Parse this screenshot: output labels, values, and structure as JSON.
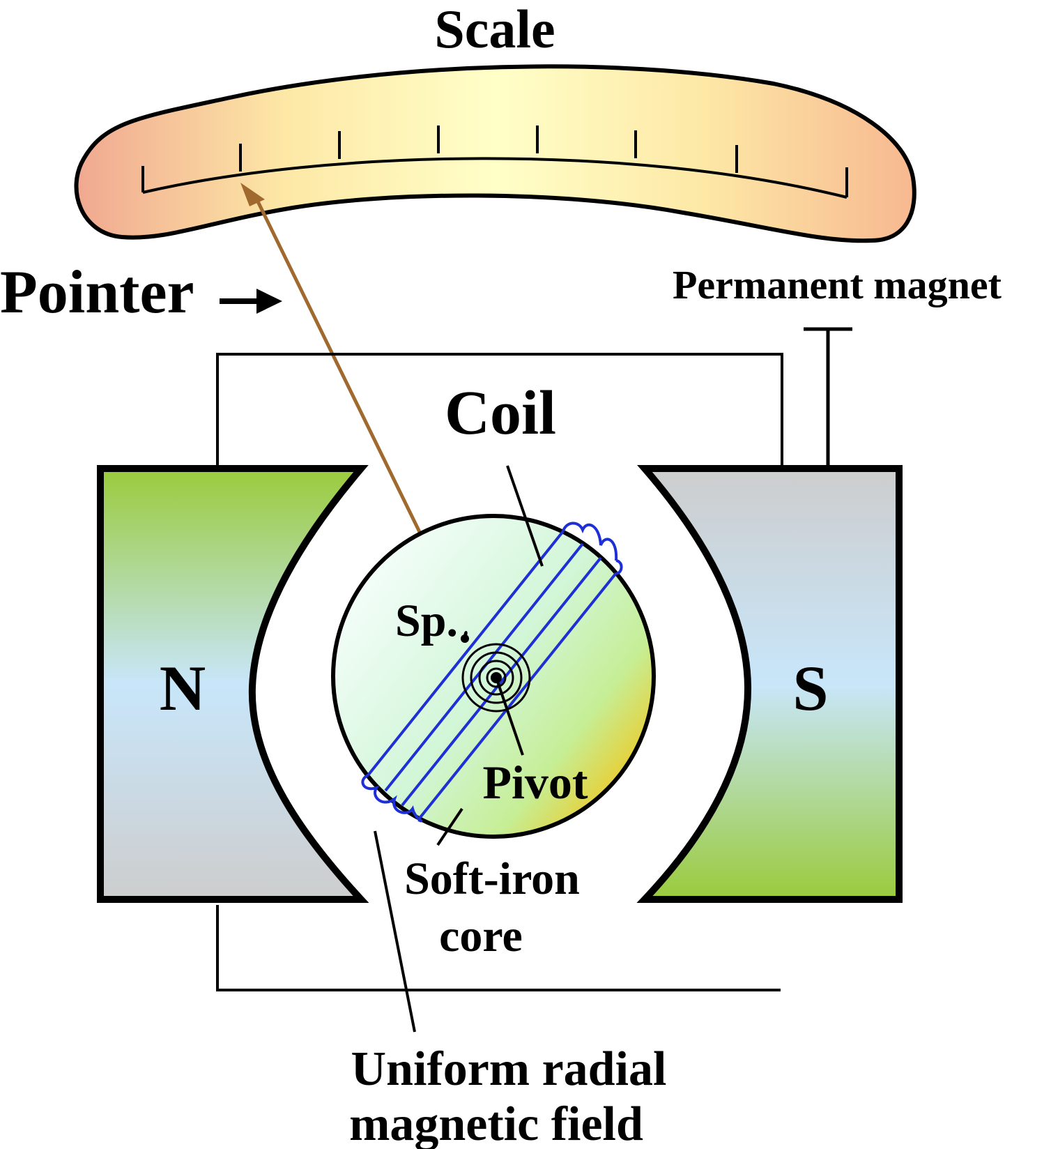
{
  "labels": {
    "scale": "Scale",
    "pointer": "Pointer",
    "permanent_magnet": "Permanent magnet",
    "coil": "Coil",
    "north": "N",
    "south": "S",
    "spring": "Sp.",
    "pivot": "Pivot",
    "core_line1": "Soft-iron",
    "core_line2": "core",
    "field_line1": "Uniform radial",
    "field_line2": "magnetic field"
  },
  "colors": {
    "north_pole_green": "#9acb3c",
    "north_pole_blue": "#c8e6fa",
    "north_pole_gray": "#cdcdcd",
    "scale_edge": "#f5b48e",
    "scale_center": "#ffffc8",
    "core_light": "#eafbf4",
    "core_mid": "#c6f0a8",
    "core_dark": "#f2c516",
    "coil_wire": "#1f2fd6",
    "pointer": "#a06a2f",
    "outline": "#000000"
  },
  "icons": {
    "pointer_arrow": "right-arrow-icon",
    "spiral_spring": "spiral-spring-icon"
  }
}
